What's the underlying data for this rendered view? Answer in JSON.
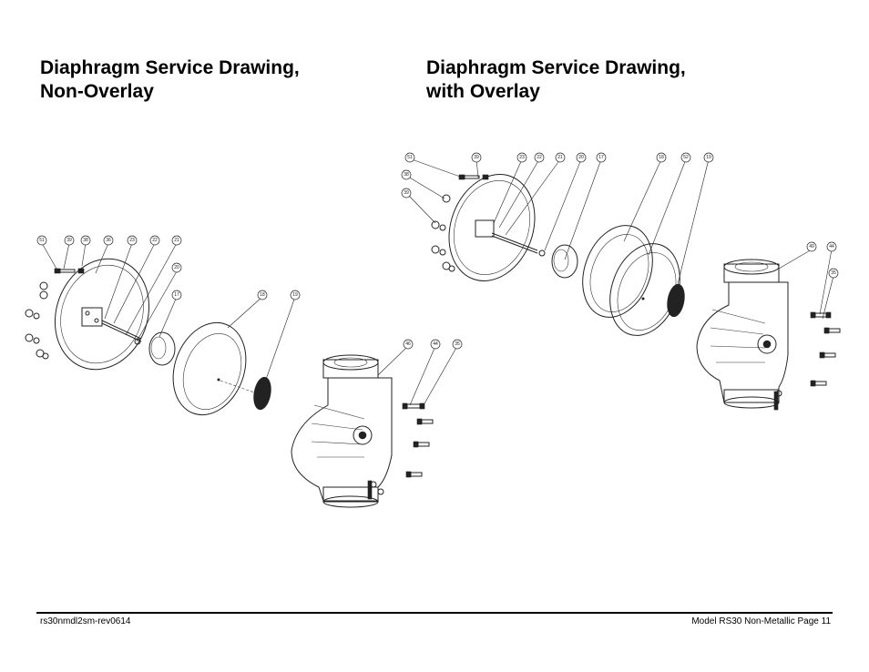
{
  "left": {
    "title_line1": "Diaphragm Service Drawing,",
    "title_line2": "Non-Overlay",
    "callouts": [
      "51",
      "39",
      "38",
      "36",
      "23",
      "22",
      "21",
      "20",
      "17",
      "18",
      "19",
      "46",
      "44",
      "35"
    ]
  },
  "right": {
    "title_line1": "Diaphragm Service Drawing,",
    "title_line2": "with Overlay",
    "callouts": [
      "51",
      "39",
      "38",
      "39",
      "23",
      "22",
      "21",
      "20",
      "17",
      "18",
      "52",
      "19",
      "49",
      "44",
      "35"
    ]
  },
  "footer": {
    "doc_code": "rs30nmdl2sm-rev0614",
    "page_label": "Model RS30 Non-Metallic Page 11"
  }
}
